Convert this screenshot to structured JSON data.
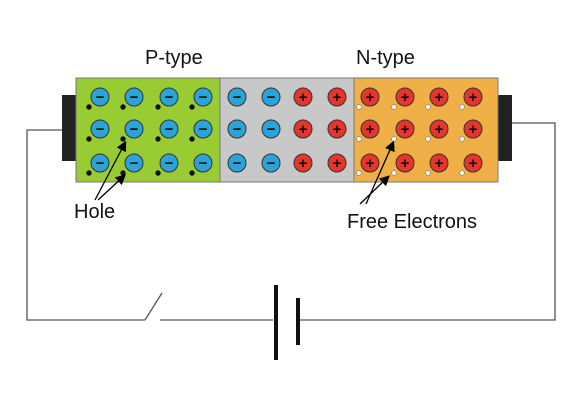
{
  "labels": {
    "p_type": "P-type",
    "n_type": "N-type",
    "hole": "Hole",
    "free_electrons": "Free Electrons"
  },
  "ions": {
    "negative_symbol": "−",
    "positive_symbol": "+"
  },
  "regions": [
    {
      "name": "p-region",
      "color": "#99cc33",
      "ion_columns": 4,
      "ion_sign": "negative",
      "carrier": "hole"
    },
    {
      "name": "depletion-region-negative",
      "color": "#c8c8c8",
      "ion_columns": 2,
      "ion_sign": "negative",
      "carrier": "none"
    },
    {
      "name": "depletion-region-positive",
      "color": "#c8c8c8",
      "ion_columns": 2,
      "ion_sign": "positive",
      "carrier": "none"
    },
    {
      "name": "n-region",
      "color": "#f0b048",
      "ion_columns": 4,
      "ion_sign": "positive",
      "carrier": "free-electron"
    }
  ],
  "ion_rows": 3,
  "colors": {
    "negative_ion": "#29a3d8",
    "positive_ion": "#e8352b",
    "electrode": "#222222",
    "wire": "#555555",
    "battery": "#111111"
  }
}
